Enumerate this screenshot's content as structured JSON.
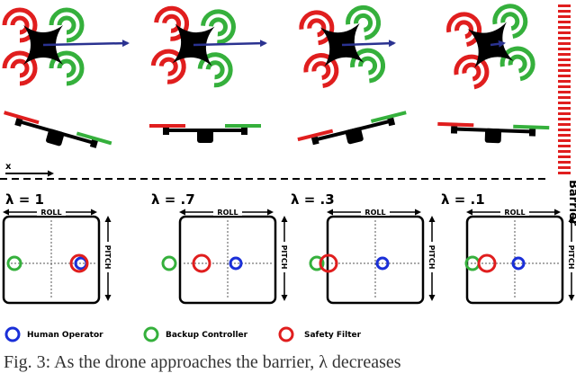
{
  "axis_label": "x",
  "barrier_label": "Barrier",
  "axis_roll": "ROLL",
  "axis_pitch": "PITCH",
  "panels": [
    {
      "lambda": "λ = 1"
    },
    {
      "lambda": "λ = .7"
    },
    {
      "lambda": "λ = .3"
    },
    {
      "lambda": "λ = .1"
    }
  ],
  "legend": [
    {
      "label": "Human Operator",
      "color": "#1a2fd8"
    },
    {
      "label": "Backup Controller",
      "color": "#35b03c"
    },
    {
      "label": "Safety Filter",
      "color": "#e01e1e"
    }
  ],
  "caption": "Fig. 3: As the drone approaches the barrier, λ decreases",
  "colors": {
    "red": "#e01e1e",
    "green": "#35b03c",
    "blue": "#1a2fd8",
    "arrow": "#2a3290"
  }
}
